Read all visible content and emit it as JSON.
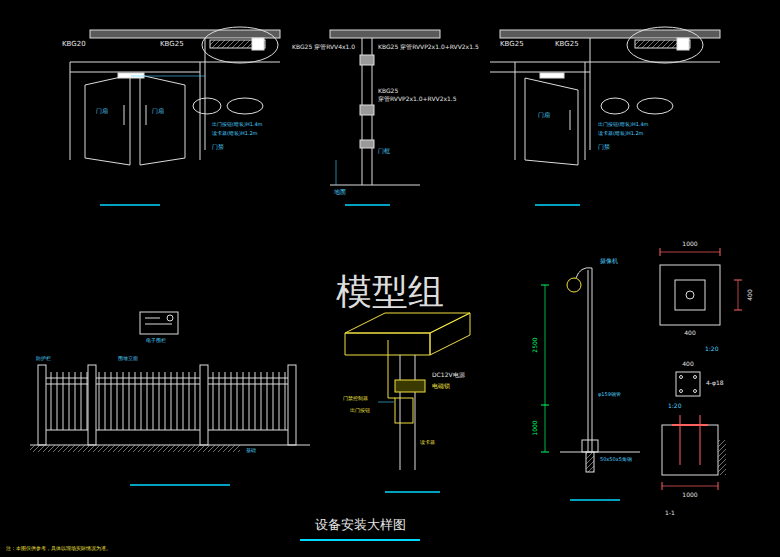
{
  "diagram": {
    "title": "设备安装大样图",
    "labels": [
      "KBG20",
      "KBG25",
      "门扇",
      "门扇",
      "门禁",
      "出门按钮(暗装)H1.4m",
      "读卡器(暗装)H1.2m",
      "KBG25 穿管RVV4x1.0",
      "KBG25 穿管RVVP2x1.0+RVV2x1.5",
      "KBG25",
      "穿管RVVP2x1.0+RVV2x1.5",
      "门框",
      "地面",
      "KBG25",
      "KBG25",
      "门扇",
      "门禁",
      "出门按钮(暗装)H1.4m",
      "读卡器(暗装)H1.2m",
      "模型组",
      "防护栏",
      "围墙立面",
      "基础",
      "电子围栏",
      "电磁锁",
      "DC12V电源",
      "门禁控制器",
      "出门按钮",
      "读卡器",
      "摄像机",
      "2500",
      "1000",
      "φ159钢管",
      "50x50x5角钢",
      "1000",
      "400",
      "400",
      "1:20",
      "400",
      "4-φ18",
      "1:20",
      "1000",
      "1-1",
      "注：本图仅供参考，具体以现场实际情况为准。"
    ]
  }
}
